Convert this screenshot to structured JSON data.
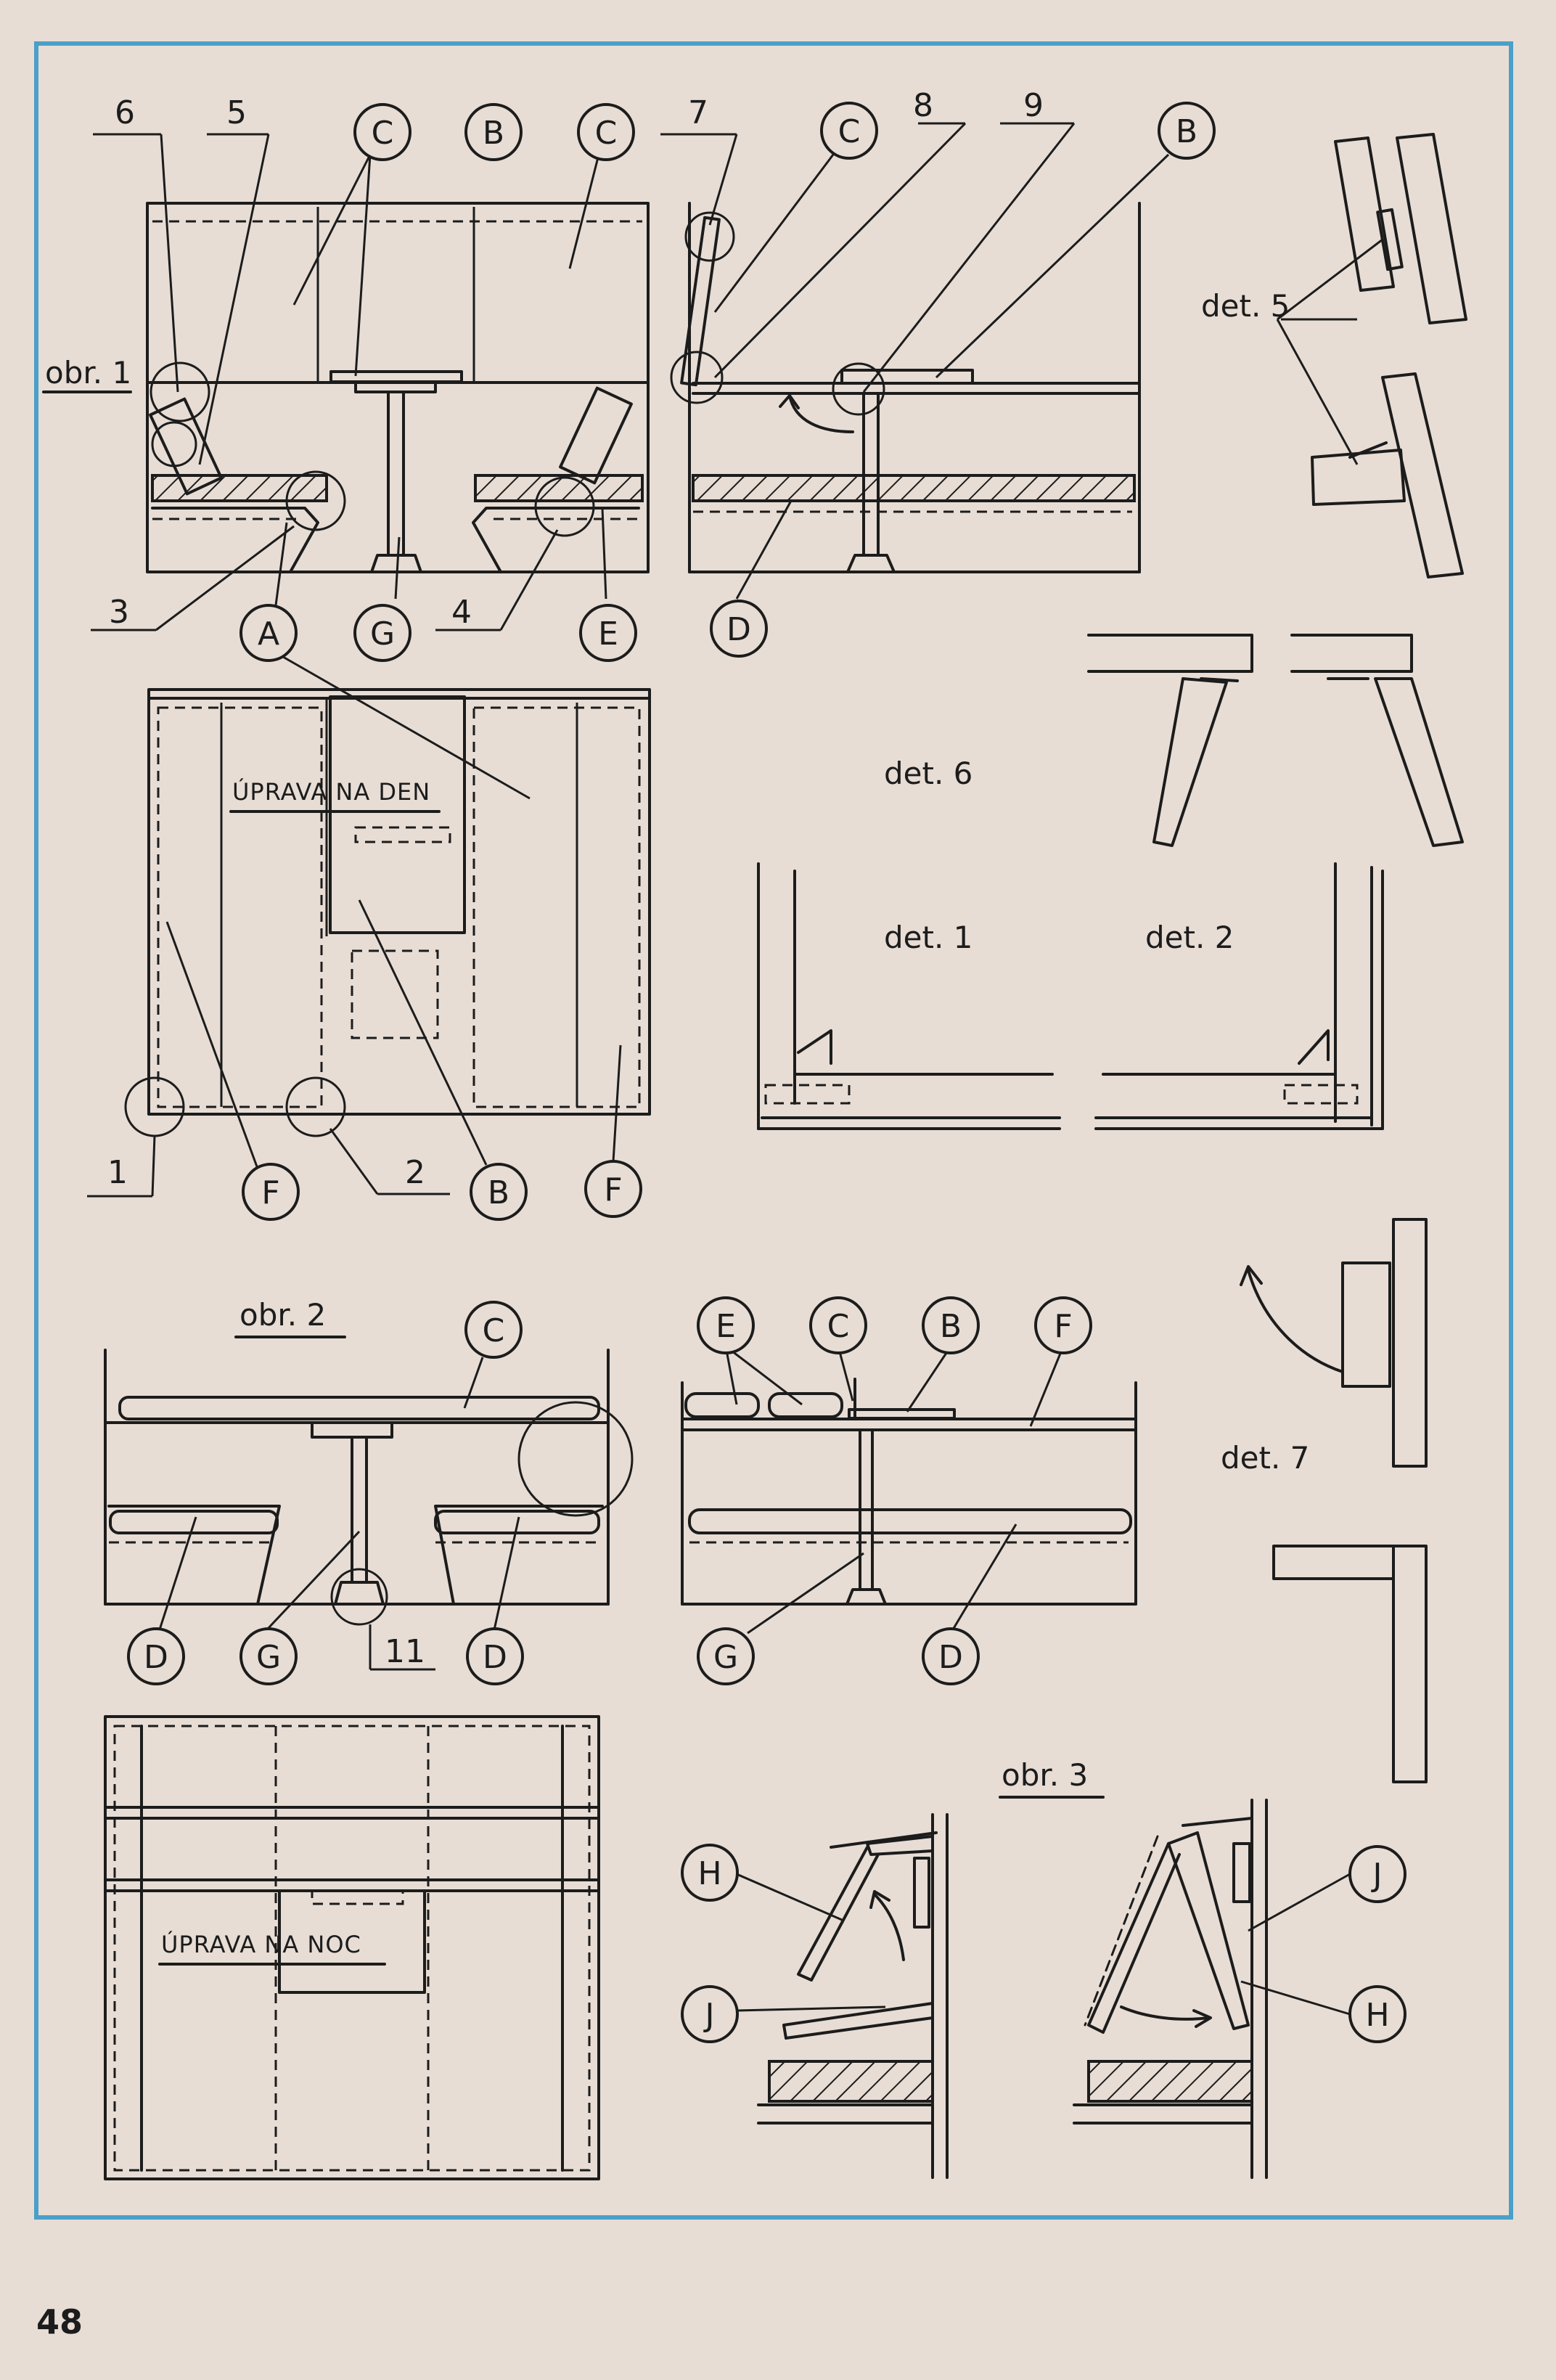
{
  "page_number": "48",
  "frame_color": "#4aa0c8",
  "figures": {
    "obr1": "obr. 1",
    "obr2": "obr. 2",
    "obr3": "obr. 3"
  },
  "titles": {
    "day": "ÚPRAVA NA DEN",
    "night": "ÚPRAVA NA NOC"
  },
  "details": {
    "det1": "det. 1",
    "det2": "det. 2",
    "det5": "det. 5",
    "det6": "det. 6",
    "det7": "det. 7"
  },
  "letters": {
    "A": "A",
    "B": "B",
    "C": "C",
    "D": "D",
    "E": "E",
    "F": "F",
    "G": "G",
    "H": "H",
    "J": "J"
  },
  "numbers": {
    "n1": "1",
    "n2": "2",
    "n3": "3",
    "n4": "4",
    "n5": "5",
    "n6": "6",
    "n7": "7",
    "n8": "8",
    "n9": "9",
    "n11": "11"
  }
}
